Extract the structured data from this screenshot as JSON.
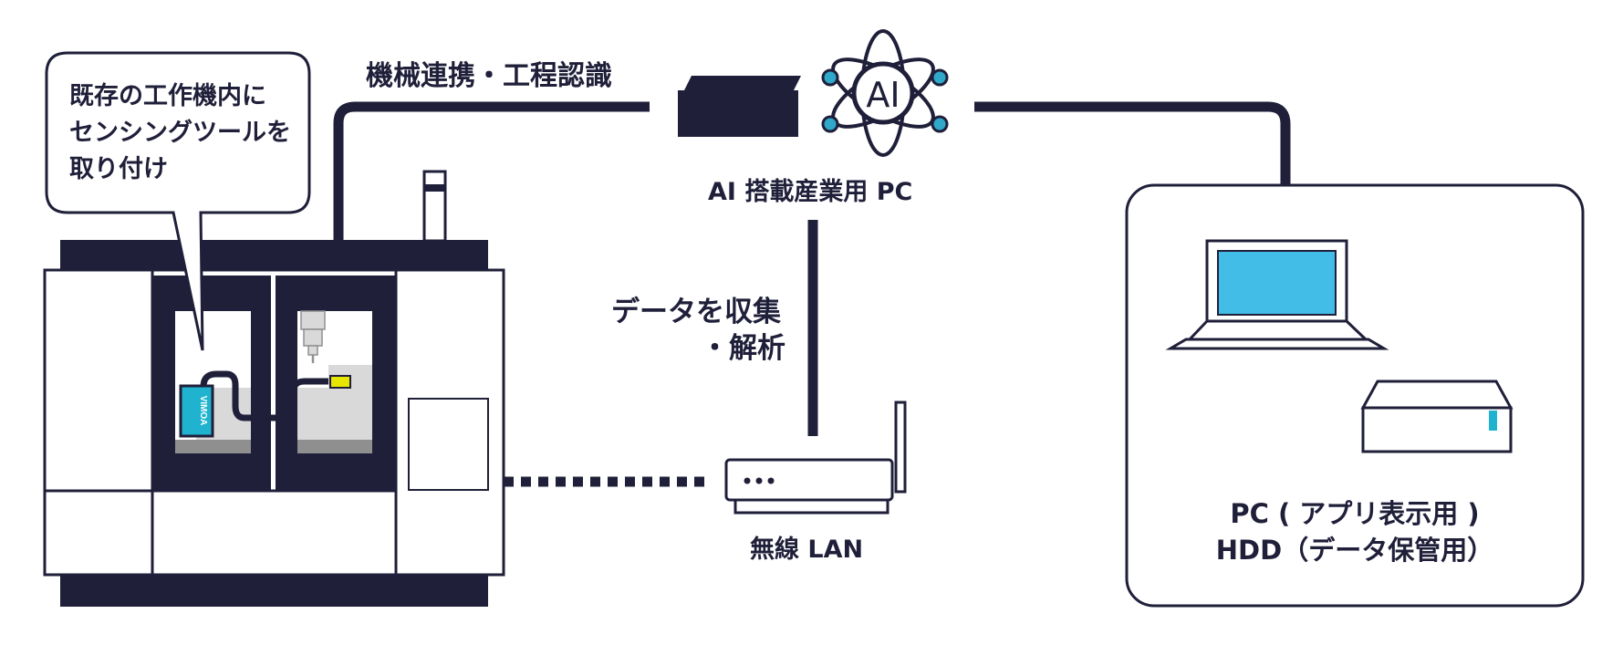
{
  "bubble": {
    "lines": [
      "既存の工作機内に",
      "センシングツールを",
      "取り付け"
    ]
  },
  "labels": {
    "machine_link": "機械連携・工程認識",
    "ai_pc": "AI 搭載産業用 PC",
    "collect_line1": "データを収集",
    "collect_line2": "・解析",
    "wireless": "無線 LAN",
    "pc_line": "PC ( アプリ表示用 )",
    "hdd_line": "HDD（データ保管用）"
  },
  "icons": {
    "ai_text": "AI",
    "sensor_brand": "VIMOA"
  },
  "colors": {
    "navy": "#1f1f3a",
    "screen_blue": "#41bde8",
    "atom_teal": "#2fa8c9",
    "sensor_teal": "#1fb3cf",
    "indicator_yellow": "#e6e600",
    "machine_gray": "#d9d9d9",
    "machine_dark_gray": "#9a9a9a"
  }
}
